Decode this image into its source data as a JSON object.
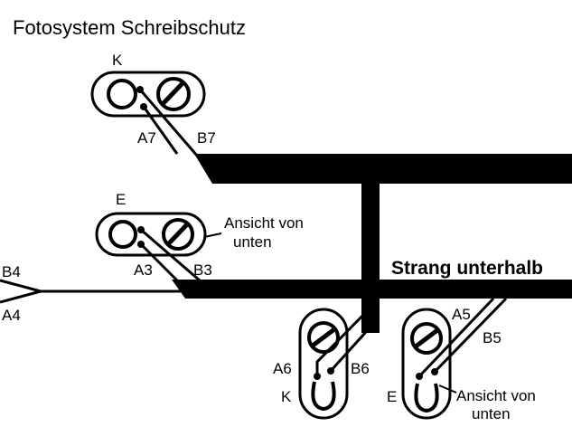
{
  "title": "Fotosystem Schreibschutz",
  "strang_label": "Strang unterhalb",
  "note": {
    "line1": "Ansicht von",
    "line2": "unten"
  },
  "note2": {
    "line1": "Ansicht von",
    "line2": "unten"
  },
  "components": {
    "top_k": {
      "label": "K",
      "pin_a": "A7",
      "pin_b": "B7"
    },
    "mid_e": {
      "label": "E",
      "pin_a": "A3",
      "pin_b": "B3"
    },
    "bot_k": {
      "label": "K",
      "pin_a": "A6",
      "pin_b": "B6"
    },
    "bot_e": {
      "label": "E",
      "pin_a": "A5",
      "pin_b": "B5"
    }
  },
  "left_wires": {
    "b": "B4",
    "a": "A4"
  },
  "colors": {
    "ink": "#000000",
    "paper": "#ffffff"
  }
}
